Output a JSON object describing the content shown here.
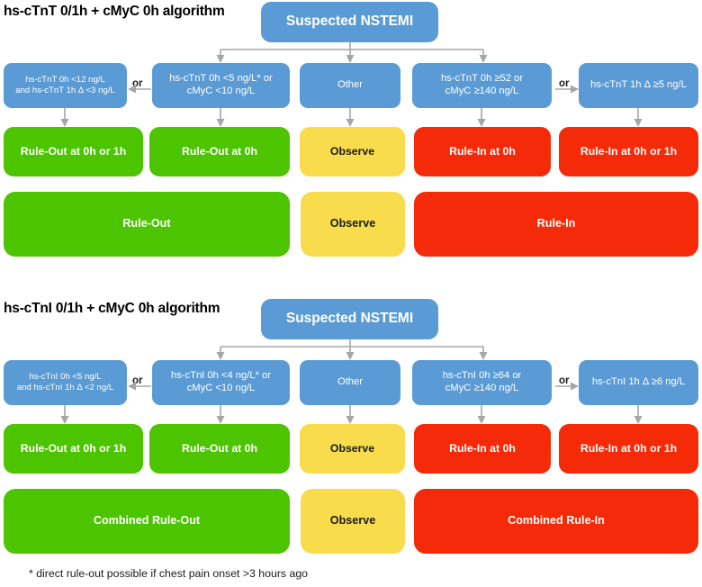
{
  "figure": {
    "footnote": "* direct rule-out possible if chest pain onset >3 hours ago"
  },
  "colors": {
    "blue": "#5B9BD5",
    "green": "#4CC400",
    "red": "#F42A08",
    "yellow": "#F9DC4B",
    "connector": "#A6A6A6",
    "background": "#FFFFFF"
  },
  "algorithms": [
    {
      "id": "hs-cTnT",
      "title": "hs-cTnT 0/1h + cMyC 0h algorithm",
      "root": "Suspected NSTEMI",
      "or_labels": {
        "left": "or",
        "right": "or"
      },
      "criteria": {
        "ruleout_1h": "hs-cTnT 0h <12 ng/L and hs-cTnT 1h Δ <3 ng/L",
        "ruleout_1h_line1": "hs-cTnT 0h <12 ng/L",
        "ruleout_1h_line2": "and hs-cTnT 1h Δ <3 ng/L",
        "ruleout_0h_line1": "hs-cTnT 0h <5 ng/L* or",
        "ruleout_0h_line2": "cMyC <10 ng/L",
        "observe": "Other",
        "rulein_0h_line1": "hs-cTnT 0h ≥52 or",
        "rulein_0h_line2": "cMyC ≥140 ng/L",
        "rulein_1h": "hs-cTnT 1h Δ ≥5 ng/L"
      },
      "outcomes": {
        "ruleout_1h": "Rule-Out at 0h or 1h",
        "ruleout_0h": "Rule-Out at 0h",
        "observe": "Observe",
        "rulein_0h": "Rule-In at 0h",
        "rulein_1h": "Rule-In at 0h or 1h"
      },
      "summary": {
        "ruleout": "Rule-Out",
        "observe": "Observe",
        "rulein": "Rule-In"
      }
    },
    {
      "id": "hs-cTnI",
      "title": "hs-cTnI 0/1h + cMyC 0h algorithm",
      "root": "Suspected NSTEMI",
      "or_labels": {
        "left": "or",
        "right": "or"
      },
      "criteria": {
        "ruleout_1h": "hs-cTnI 0h <5 ng/L and hs-cTnI 1h Δ <2 ng/L",
        "ruleout_1h_line1": "hs-cTnI 0h <5 ng/L",
        "ruleout_1h_line2": "and hs-cTnI 1h Δ <2 ng/L",
        "ruleout_0h_line1": "hs-cTnI 0h <4 ng/L* or",
        "ruleout_0h_line2": "cMyC <10 ng/L",
        "observe": "Other",
        "rulein_0h_line1": "hs-cTnI 0h ≥64 or",
        "rulein_0h_line2": "cMyC ≥140 ng/L",
        "rulein_1h": "hs-cTnI 1h Δ ≥6 ng/L"
      },
      "outcomes": {
        "ruleout_1h": "Rule-Out at 0h or 1h",
        "ruleout_0h": "Rule-Out at 0h",
        "observe": "Observe",
        "rulein_0h": "Rule-In at 0h",
        "rulein_1h": "Rule-In at 0h or 1h"
      },
      "summary": {
        "ruleout": "Combined Rule-Out",
        "observe": "Observe",
        "rulein": "Combined Rule-In"
      }
    }
  ]
}
